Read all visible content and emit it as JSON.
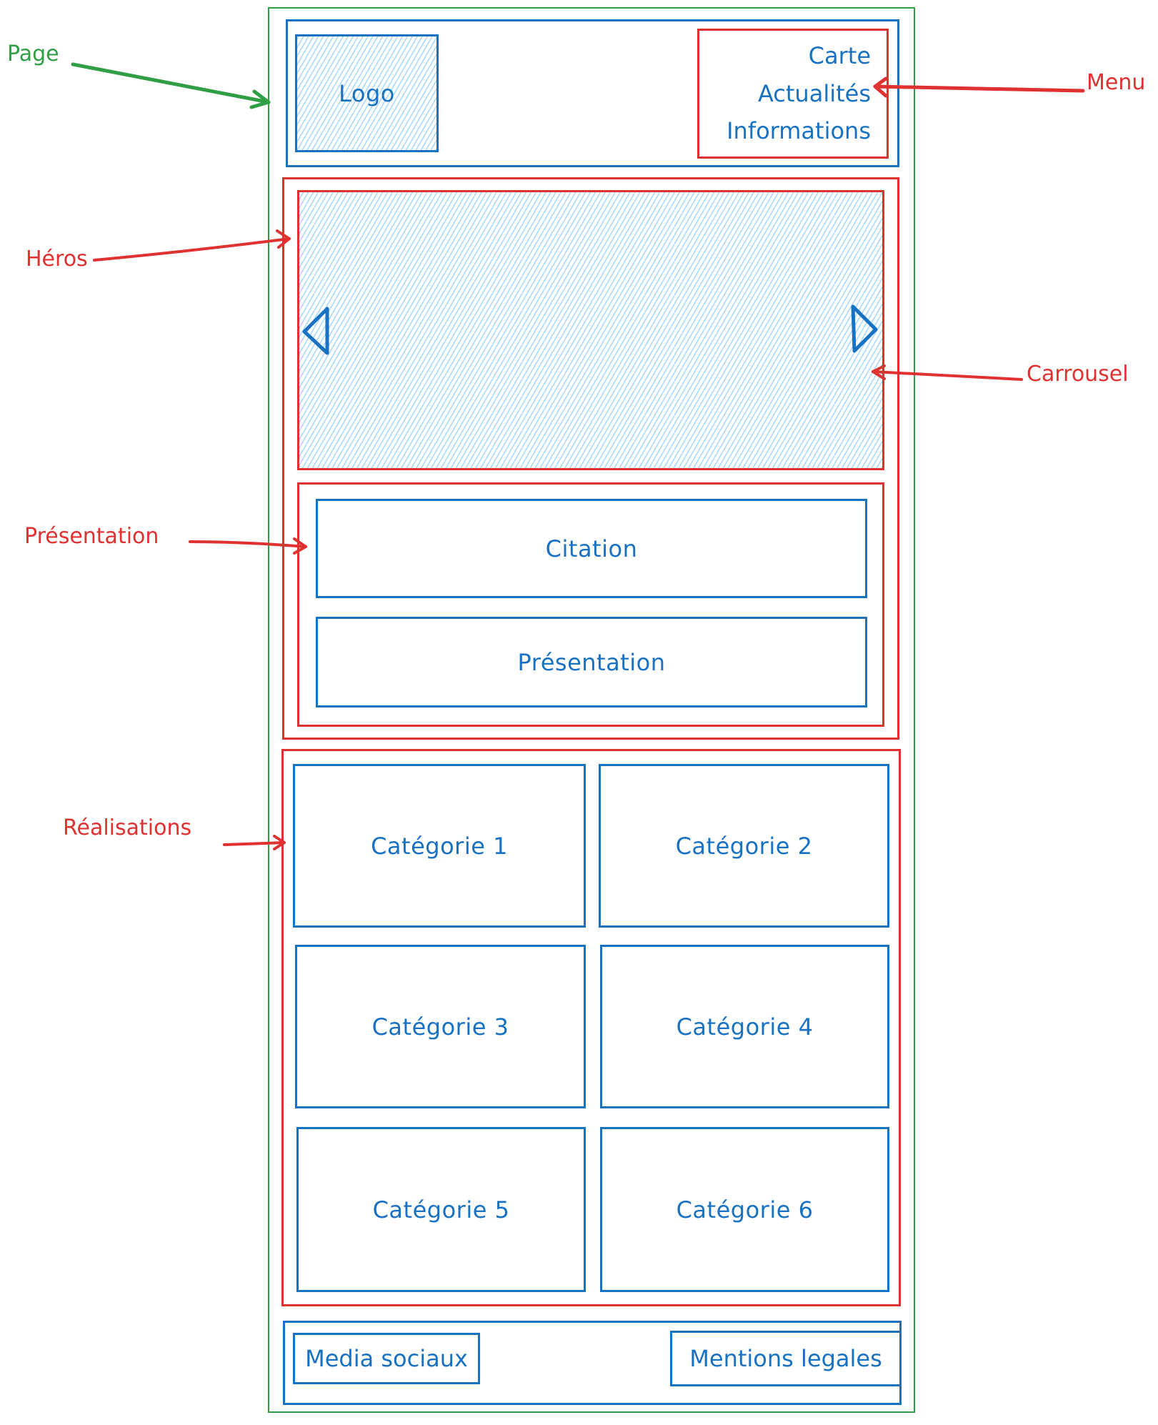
{
  "colors": {
    "page": "#2f9e44",
    "structure": "#1971c2",
    "annotation": "#e03131",
    "hatch": "#a5d8ff"
  },
  "annotations": {
    "page": "Page",
    "menu": "Menu",
    "hero": "Héros",
    "carousel": "Carrousel",
    "presentation": "Présentation",
    "realisations": "Réalisations"
  },
  "header": {
    "logo": "Logo",
    "menu_items": [
      "Carte",
      "Actualités",
      "Informations"
    ]
  },
  "hero": {
    "carousel": {
      "prev_icon": "triangle-left",
      "next_icon": "triangle-right"
    },
    "citation": "Citation",
    "presentation": "Présentation"
  },
  "realisations": {
    "categories": [
      "Catégorie 1",
      "Catégorie 2",
      "Catégorie 3",
      "Catégorie 4",
      "Catégorie 5",
      "Catégorie 6"
    ]
  },
  "footer": {
    "social": "Media sociaux",
    "legal": "Mentions legales"
  }
}
